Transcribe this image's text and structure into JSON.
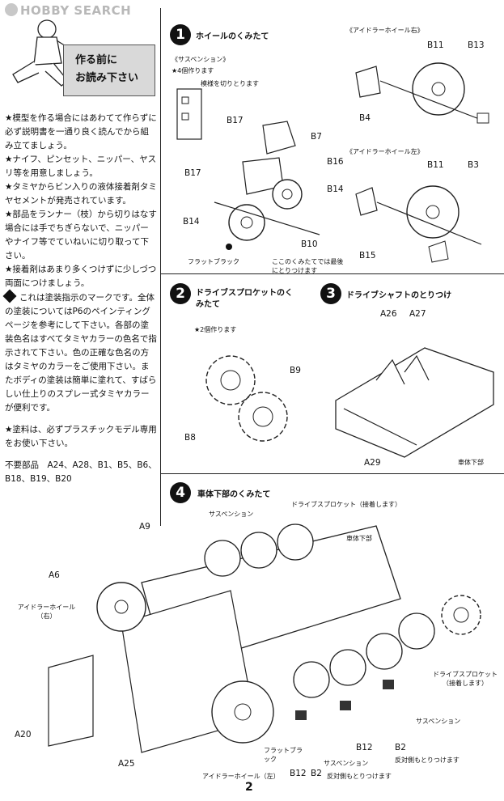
{
  "watermark": "HOBBY SEARCH",
  "page_number": "2",
  "intro": {
    "sign": [
      "作る前に",
      "お読み下さい"
    ],
    "notes": [
      "★模型を作る場合にはあわてて作らずに必ず説明書を一通り良く読んでから組み立てましょう。",
      "★ナイフ、ピンセット、ニッパー、ヤスリ等を用意しましょう。",
      "★タミヤからビン入りの液体接着剤タミヤセメントが発売されています。",
      "★部品をランナー（枝）から切りはなす場合には手でちぎらないで、ニッパーやナイフ等でていねいに切り取って下さい。",
      "★接着剤はあまり多くつけずに少しづつ両面につけましょう。"
    ],
    "paint_note": "これは塗装指示のマークです。全体の塗装についてはP6のペインティングページを参考にして下さい。各部の塗装色名はすべてタミヤカラーの色名で指示されて下さい。色の正確な色名の方はタミヤのカラーをご使用下さい。またボディの塗装は簡単に塗れて、すばらしい仕上りのスプレー式タミヤカラーが便利です。",
    "glue_note": "★塗料は、必ずプラスチックモデル専用をお使い下さい。",
    "unused_parts": "不要部品　A24、A28、B1、B5、B6、B18、B19、B20"
  },
  "steps": [
    {
      "num": "1",
      "title": "ホイールのくみたて",
      "labels": {
        "suspension_header": "《サスペンション》",
        "make4": "★4個作ります",
        "bend_note": "模様を切りとります",
        "parts": [
          "B17",
          "B7",
          "B16",
          "B17",
          "B14",
          "B14",
          "B10"
        ],
        "flat_black": "フラットブラック",
        "last_note": "ここのくみたてでは最後にとりつけます",
        "idler_right": "《アイドラーホイール右》",
        "idler_left": "《アイドラーホイール左》",
        "right_parts": [
          "B11",
          "B13",
          "B4"
        ],
        "left_parts": [
          "B11",
          "B3",
          "B15"
        ]
      }
    },
    {
      "num": "2",
      "title": "ドライブスプロケットのくみたて",
      "labels": {
        "make2": "★2個作ります",
        "parts": [
          "B9",
          "B8"
        ]
      }
    },
    {
      "num": "3",
      "title": "ドライブシャフトのとりつけ",
      "labels": {
        "parts": [
          "A26",
          "A27",
          "A29"
        ],
        "lower_hull": "車体下部"
      }
    },
    {
      "num": "4",
      "title": "車体下部のくみたて",
      "labels": {
        "suspension": "サスペンション",
        "drive_sprocket_glue": "ドライブスプロケット（接着します）",
        "lower_hull": "車体下部",
        "a9": "A9",
        "a6": "A6",
        "idler_right": "アイドラーホイール（右）",
        "drive_sprocket": "ドライブスプロケット（接着します）",
        "a20": "A20",
        "a25": "A25",
        "flat_black": "フラットブラック",
        "suspension2": "サスペンション",
        "suspension3": "サスペンション",
        "b12a": "B12",
        "b12b": "B12",
        "b2a": "B2",
        "b2b": "B2",
        "opposite_side": "反対側もとりつけます",
        "idler_left": "アイドラーホイール（左）"
      }
    }
  ]
}
